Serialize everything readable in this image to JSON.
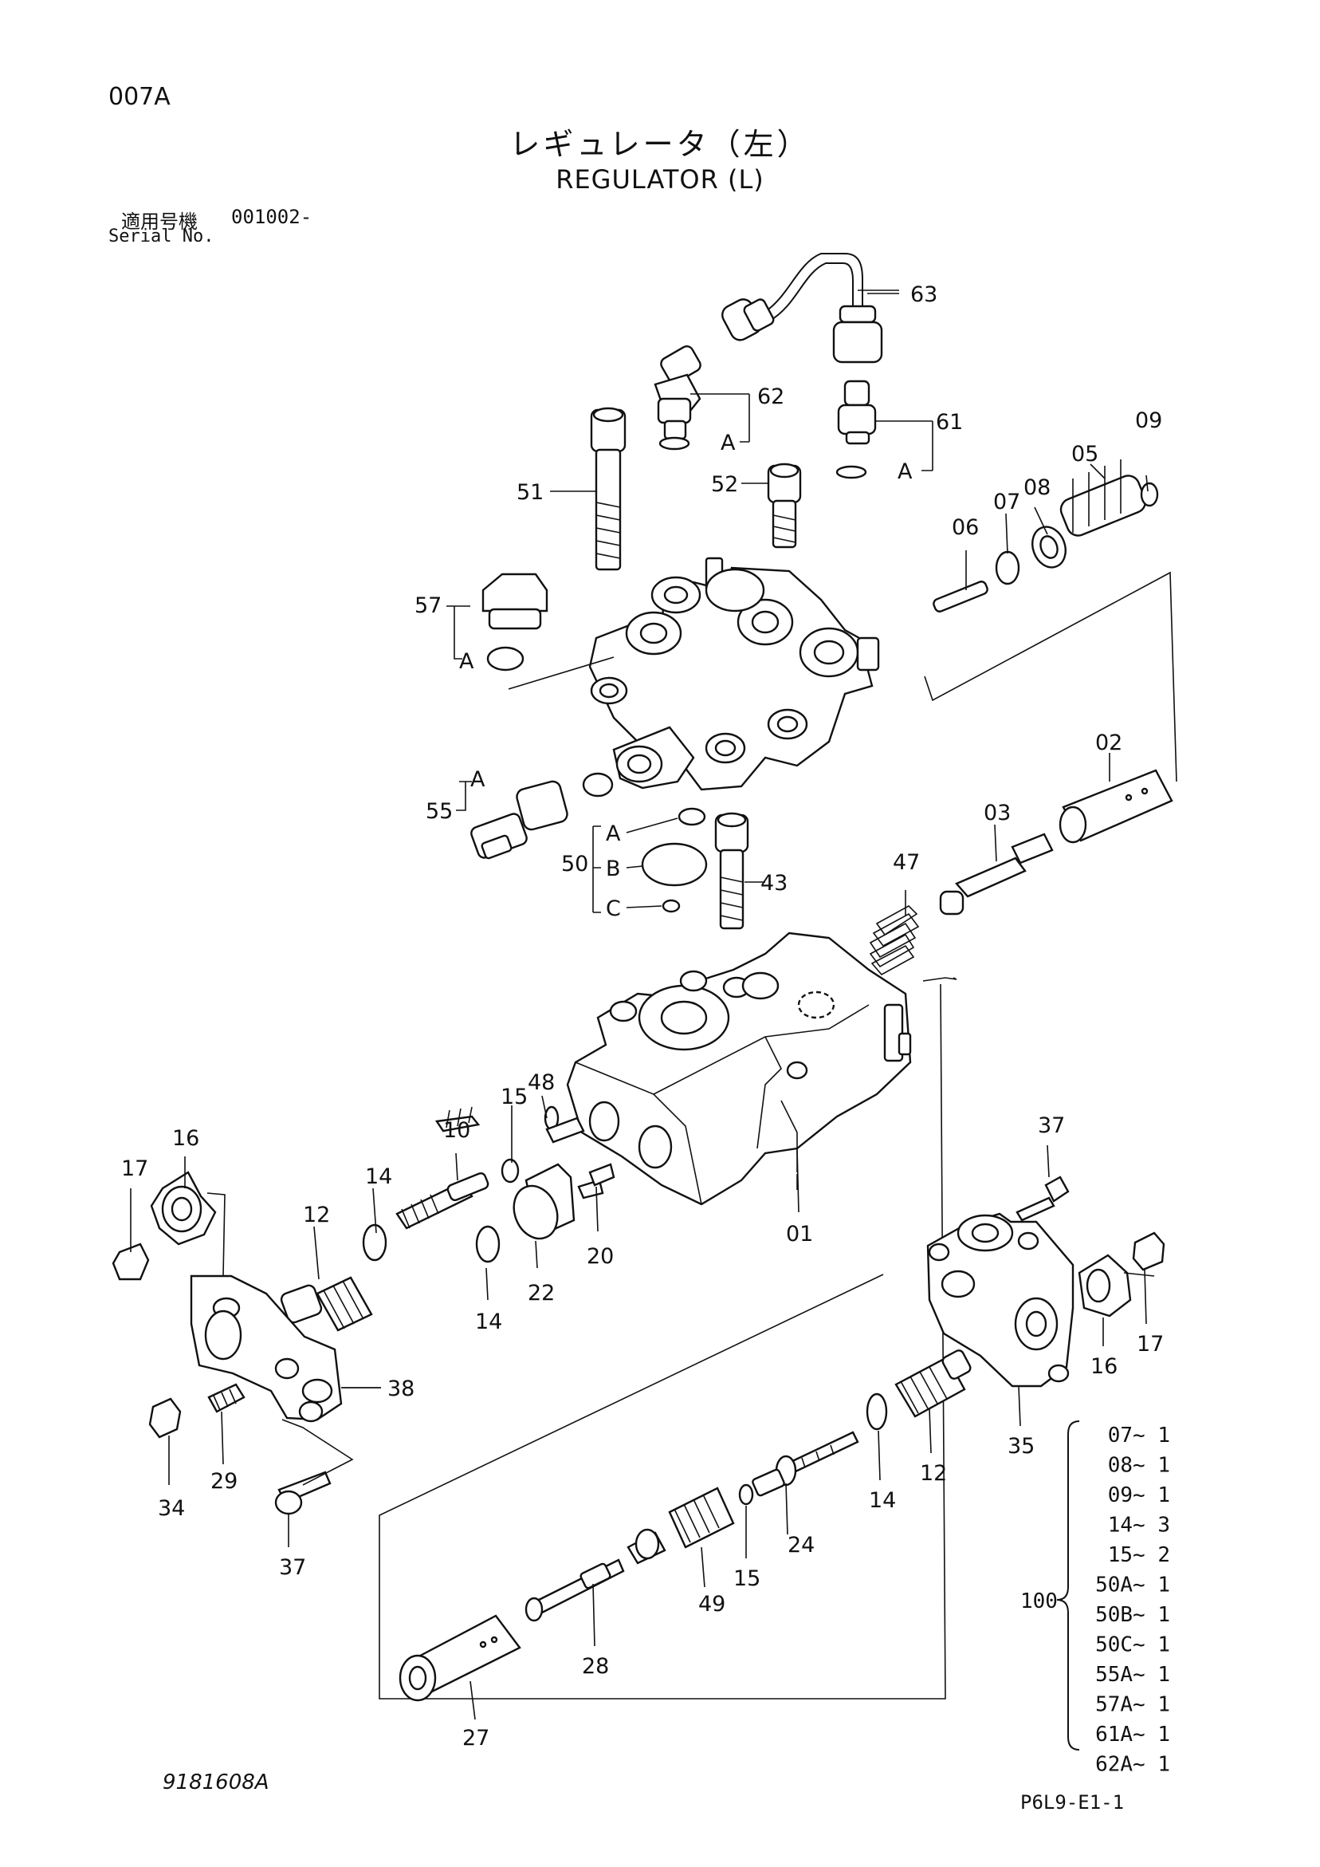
{
  "header": {
    "page_code": "007A",
    "title_jp": "レギュレータ（左）",
    "title_en": "REGULATOR (L)",
    "serial_label_jp": "適用号機",
    "serial_value": "001002-",
    "serial_label_en": "Serial No."
  },
  "footer": {
    "drawing_number": "9181608A",
    "sheet_code": "P6L9-E1-1"
  },
  "callouts": {
    "p63": "63",
    "p62": "62",
    "p61": "61",
    "p09": "09",
    "p05": "05",
    "p08": "08",
    "p07": "07",
    "p06": "06",
    "p52": "52",
    "p51": "51",
    "p57": "57",
    "p55": "55",
    "p02": "02",
    "p03": "03",
    "p47": "47",
    "p50": "50",
    "p43": "43",
    "p48": "48",
    "p15a": "15",
    "p10": "10",
    "p16a": "16",
    "p17a": "17",
    "p14a": "14",
    "p12a": "12",
    "p14b": "14",
    "p22": "22",
    "p20": "20",
    "p01": "01",
    "p37a": "37",
    "p16b": "16",
    "p17b": "17",
    "p35": "35",
    "p38": "38",
    "p29": "29",
    "p34": "34",
    "p37b": "37",
    "p12b": "12",
    "p14c": "14",
    "p24": "24",
    "p15b": "15",
    "p49": "49",
    "p28": "28",
    "p27": "27",
    "tag_a": "A",
    "tag_b": "B",
    "tag_c": "C"
  },
  "kit": {
    "label": "100",
    "items": [
      "07~ 1",
      "08~ 1",
      "09~ 1",
      "14~ 3",
      "15~ 2",
      "50A~ 1",
      "50B~ 1",
      "50C~ 1",
      "55A~ 1",
      "57A~ 1",
      "61A~ 1",
      "62A~ 1"
    ]
  }
}
